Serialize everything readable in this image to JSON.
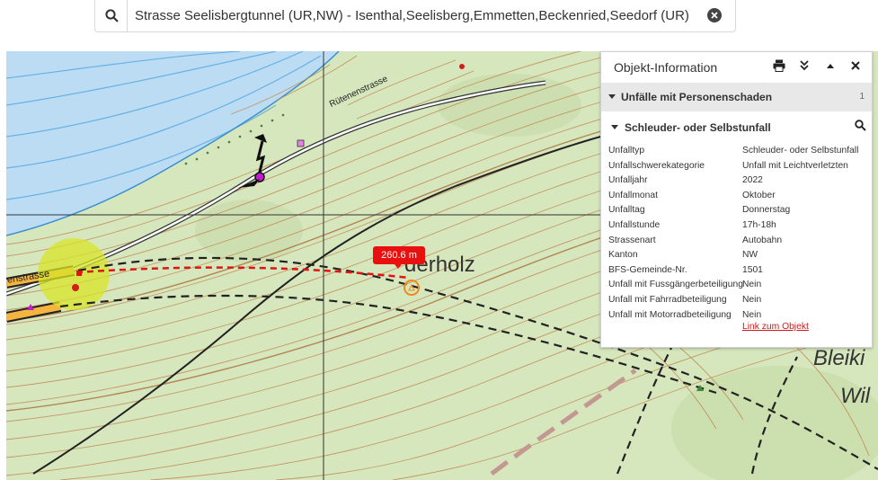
{
  "search": {
    "value": "Strasse Seelisbergtunnel (UR,NW) - Isenthal,Seelisberg,Emmetten,Beckenried,Seedorf (UR)"
  },
  "panel": {
    "title": "Objekt-Information",
    "section_label": "Unfälle mit Personenschaden",
    "section_count": "1",
    "accident_label": "Schleuder- oder Selbstunfall",
    "rows": [
      {
        "key": "Unfalltyp",
        "value": "Schleuder- oder Selbstunfall"
      },
      {
        "key": "Unfallschwerekategorie",
        "value": "Unfall mit Leichtverletzten"
      },
      {
        "key": "Unfalljahr",
        "value": "2022"
      },
      {
        "key": "Unfallmonat",
        "value": "Oktober"
      },
      {
        "key": "Unfalltag",
        "value": "Donnerstag"
      },
      {
        "key": "Unfallstunde",
        "value": "17h-18h"
      },
      {
        "key": "Strassenart",
        "value": "Autobahn"
      },
      {
        "key": "Kanton",
        "value": "NW"
      },
      {
        "key": "BFS-Gemeinde-Nr.",
        "value": "1501"
      },
      {
        "key": "Unfall mit Fussgängerbeteiligung",
        "value": "Nein"
      },
      {
        "key": "Unfall mit Fahrradbeteiligung",
        "value": "Nein"
      },
      {
        "key": "Unfall mit Motorradbeteiligung",
        "value": "Nein"
      }
    ],
    "link_label": "Link zum Objekt"
  },
  "map": {
    "measure_label": "260.6 m",
    "labels": {
      "place_main": "derholz",
      "place_right1": "Bleiki",
      "place_right2": "Wil",
      "road_upper": "Rütenenstrasse",
      "road_left": "enstrasse"
    },
    "colors": {
      "water": "#bcdcf4",
      "land": "#d6e6bd",
      "contour": "#c08a55",
      "highlight": "#d8e428",
      "measure": "#e8110f",
      "motorway": "#f3b440"
    }
  }
}
